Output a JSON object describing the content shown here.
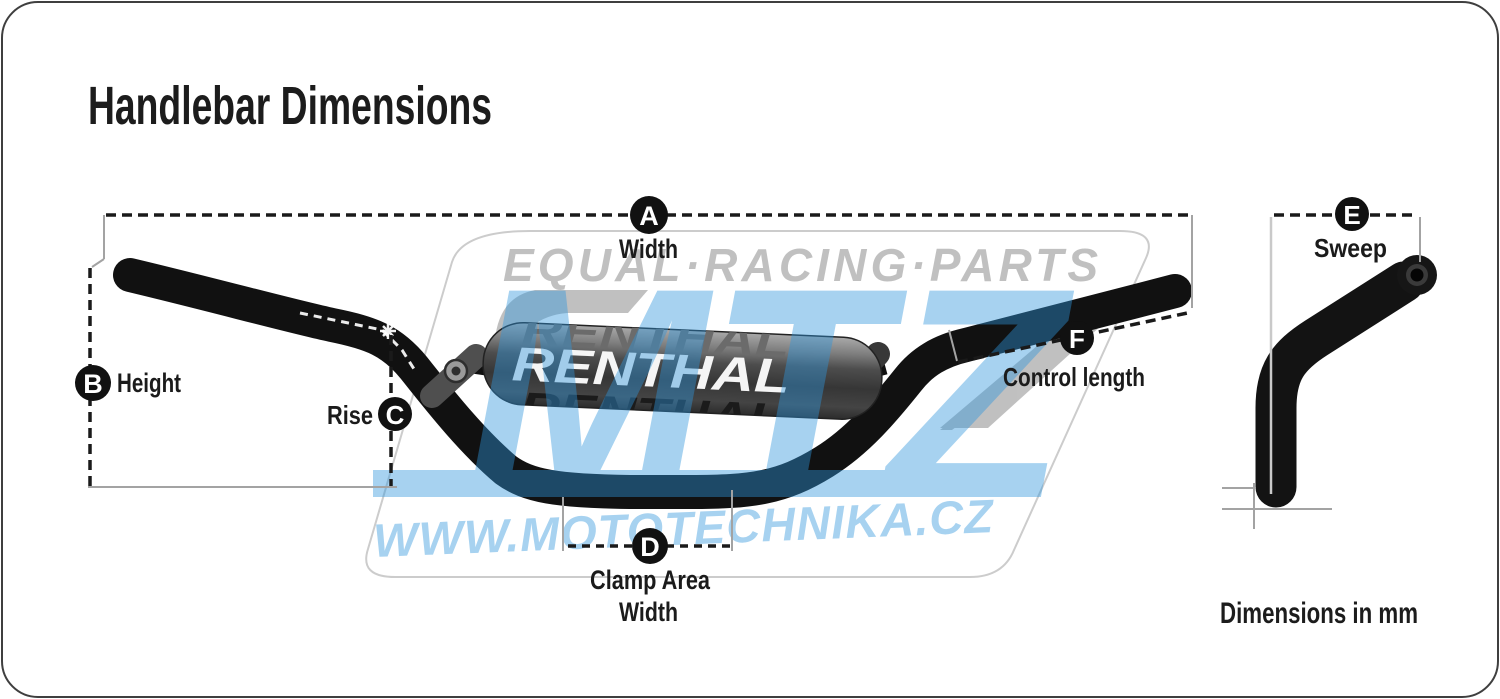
{
  "page": {
    "title": "Handlebar Dimensions",
    "units_note": "Dimensions in mm",
    "background": "#ffffff",
    "border_color": "#3f3f3f"
  },
  "watermarks": {
    "racing_parts": "EQUAL·RACING·PARTS",
    "monogram": "MTZ",
    "website": "WWW.MOTOTECHNIKA.CZ",
    "blue": "#2f96dd",
    "gray": "#8e8e8e"
  },
  "handlebar": {
    "pad_brand": "RENTHAL",
    "bar_color": "#111111"
  },
  "dims": {
    "a": {
      "letter": "A",
      "label": "Width"
    },
    "b": {
      "letter": "B",
      "label": "Height"
    },
    "c": {
      "letter": "C",
      "label": "Rise"
    },
    "d": {
      "letter": "D",
      "label_line1": "Clamp Area",
      "label_line2": "Width"
    },
    "e": {
      "letter": "E",
      "label": "Sweep"
    },
    "f": {
      "letter": "F",
      "label": "Control length"
    }
  }
}
